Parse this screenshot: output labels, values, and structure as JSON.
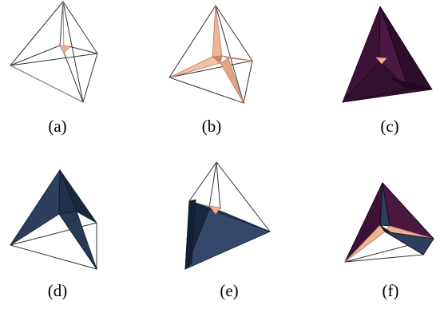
{
  "figure": {
    "panels": [
      {
        "id": "a",
        "caption": "(a)",
        "render": "wireframe",
        "icon": "tetrahedron-wireframe-with-small-inner-triangle"
      },
      {
        "id": "b",
        "caption": "(b)",
        "render": "wireframe-with-peach-fins",
        "icon": "tetrahedron-with-three-peach-fins"
      },
      {
        "id": "c",
        "caption": "(c)",
        "render": "solid-purple",
        "icon": "solid-dark-purple-tetrahedron"
      },
      {
        "id": "d",
        "caption": "(d)",
        "render": "partial-navy",
        "icon": "navy-partial-tetrahedron"
      },
      {
        "id": "e",
        "caption": "(e)",
        "render": "navy-with-wireframe-top",
        "icon": "navy-tetrahedron-with-wireframe-apex"
      },
      {
        "id": "f",
        "caption": "(f)",
        "render": "purple-navy-peach",
        "icon": "purple-navy-peach-tetrahedron"
      }
    ],
    "colors": {
      "edge": "#333333",
      "peach": "#eeb394",
      "peach_dark": "#b97e63",
      "purple": "#3e1238",
      "purple_dark": "#260a22",
      "navy": "#2d3e5e",
      "navy_dark": "#1b273d"
    }
  }
}
